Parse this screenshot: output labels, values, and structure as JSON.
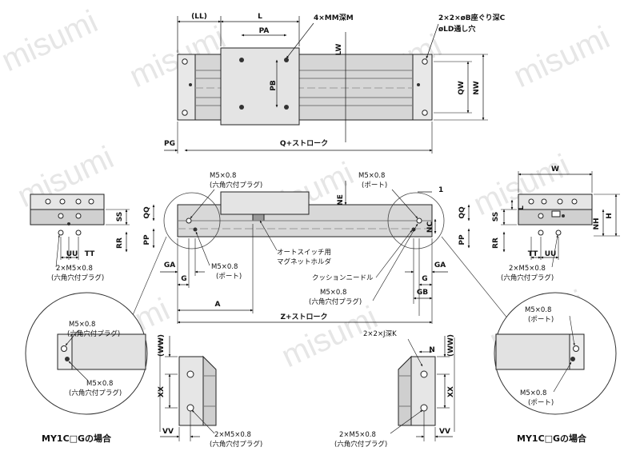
{
  "watermark": "misumi",
  "colors": {
    "body": "#d4d4d4",
    "face": "#e6e6e6",
    "dark": "#555555",
    "line": "#222222"
  },
  "top": {
    "dims": {
      "ll": "(LL)",
      "l": "L",
      "pa": "PA",
      "pb": "PB",
      "pg": "PG",
      "lw": "LW",
      "qw": "QW",
      "nw": "NW",
      "q_stroke": "Q+ストローク"
    },
    "notes": {
      "mm": "4×MM深M",
      "cb": "2×2×øB座ぐり深C",
      "ld": "øLD通し穴"
    }
  },
  "front": {
    "dims": {
      "qq": "QQ",
      "pp": "PP",
      "ga_left": "GA",
      "g_left": "G",
      "a": "A",
      "z_stroke": "Z+ストローク",
      "ne": "NE",
      "one": "1",
      "nc": "NC",
      "ga_right": "GA",
      "g_right": "G",
      "gb": "GB",
      "n": "N",
      "qq_right": "QQ",
      "pp_right": "PP"
    },
    "notes": {
      "m5_plug_title": "M5×0.8",
      "m5_plug_sub": "(六角穴付プラグ)",
      "m5_port_left_title": "M5×0.8",
      "m5_port_left_sub": "(ポート)",
      "m5_port_top_title": "M5×0.8",
      "m5_port_top_sub": "(ポート)",
      "auto_switch_1": "オートスイッチ用",
      "auto_switch_2": "マグネットホルダ",
      "cushion": "クッションニードル",
      "m5_plug_right_title": "M5×0.8",
      "m5_plug_right_sub": "(六角穴付プラグ)"
    }
  },
  "left_end": {
    "dims": {
      "ss": "SS",
      "rr": "RR",
      "uu": "UU",
      "tt": "TT"
    },
    "note_title": "2×M5×0.8",
    "note_sub": "(六角穴付プラグ)"
  },
  "right_end": {
    "dims": {
      "w": "W",
      "ss": "SS",
      "rr": "RR",
      "l": "L",
      "h": "H",
      "nh": "NH",
      "tt": "TT",
      "uu": "UU"
    },
    "note_title": "2×M5×0.8",
    "note_sub": "(六角穴付プラグ)"
  },
  "bottom_left": {
    "dims": {
      "ww": "(WW)",
      "xx": "XX",
      "vv": "VV"
    },
    "note_title": "2×M5×0.8",
    "note_sub": "(六角穴付プラグ)"
  },
  "bottom_right": {
    "dims": {
      "ww": "(WW)",
      "xx": "XX",
      "vv": "VV"
    },
    "note_top": "2×2×J深K",
    "note_title": "2×M5×0.8",
    "note_sub": "(六角穴付プラグ)"
  },
  "circle_left": {
    "a_title": "M5×0.8",
    "a_sub": "(六角穴付プラグ)",
    "b_title": "M5×0.8",
    "b_sub": "(六角穴付プラグ)",
    "caption": "MY1C□Gの場合"
  },
  "circle_right": {
    "a_title": "M5×0.8",
    "a_sub": "(ポート)",
    "b_title": "M5×0.8",
    "b_sub": "(ポート)",
    "caption": "MY1C□Gの場合"
  }
}
